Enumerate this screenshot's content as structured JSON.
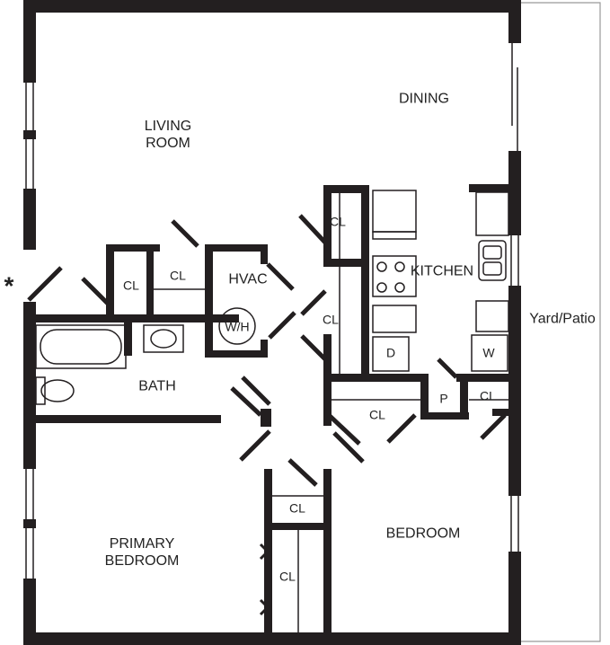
{
  "rooms": {
    "living_room": "LIVING\nROOM",
    "dining": "DINING",
    "kitchen": "KITCHEN",
    "hvac": "HVAC",
    "water_heater": "W/H",
    "bath": "BATH",
    "primary_bedroom": "PRIMARY\nBEDROOM",
    "bedroom": "BEDROOM",
    "yard_patio": "Yard/Patio",
    "entry_marker": "*"
  },
  "closets": {
    "cl_entry_left": "CL",
    "cl_entry_right": "CL",
    "cl_kitchen_top": "CL",
    "cl_kitchen_mid": "CL",
    "cl_hall_bottom": "CL",
    "cl_bedroom_corner": "CL",
    "cl_primary_upper": "CL",
    "cl_primary_lower": "CL"
  },
  "appliances": {
    "dishwasher": "D",
    "washer": "W",
    "pantry": "P"
  },
  "colors": {
    "wall": "#231f20",
    "line": "#231f20",
    "background": "#ffffff"
  }
}
